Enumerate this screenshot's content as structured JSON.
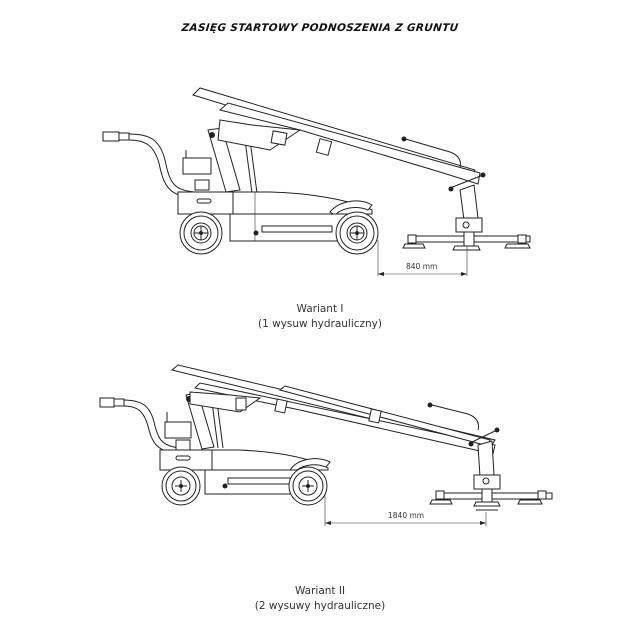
{
  "title": "ZASIĘG STARTOWY PODNOSZENIA Z GRUNTU",
  "variants": [
    {
      "name": "Wariant I",
      "description": "(1 wysuw hydrauliczny)",
      "dimension_label": "840 mm"
    },
    {
      "name": "Wariant II",
      "description": "(2 wysuwy hydrauliczne)",
      "dimension_label": "1840 mm"
    }
  ]
}
